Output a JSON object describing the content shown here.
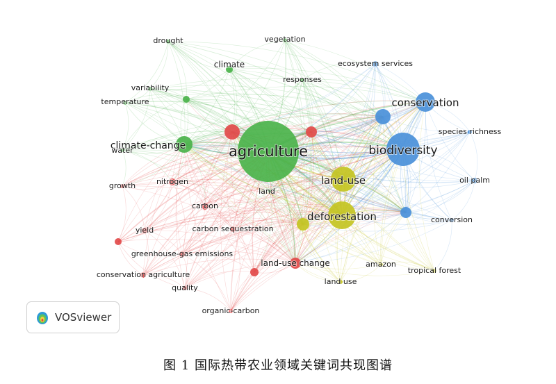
{
  "figure": {
    "caption": "图 1  国际热带农业领域关键词共现图谱",
    "badge_label": "VOSviewer",
    "badge_icon": "vosviewer-logo-icon"
  },
  "colors": {
    "green": "#4bb34b",
    "red": "#e24a4a",
    "blue": "#4a90d9",
    "yellow": "#c4c422"
  },
  "nodes": [
    {
      "id": "agriculture",
      "label": "agriculture",
      "cluster": "green",
      "weight": 10
    },
    {
      "id": "climate-change",
      "label": "climate-change",
      "cluster": "green",
      "weight": 3.2
    },
    {
      "id": "climate",
      "label": "climate",
      "cluster": "green",
      "weight": 1.2
    },
    {
      "id": "drought",
      "label": "drought",
      "cluster": "green",
      "weight": 0.8
    },
    {
      "id": "vegetation",
      "label": "vegetation",
      "cluster": "green",
      "weight": 0.8
    },
    {
      "id": "variability",
      "label": "variability",
      "cluster": "green",
      "weight": 0.7
    },
    {
      "id": "temperature",
      "label": "temperature",
      "cluster": "green",
      "weight": 0.7
    },
    {
      "id": "water",
      "label": "water",
      "cluster": "green",
      "weight": 0.7
    },
    {
      "id": "responses",
      "label": "responses",
      "cluster": "green",
      "weight": 0.7
    },
    {
      "id": "land",
      "label": "land",
      "cluster": "green",
      "weight": 0.6
    },
    {
      "id": "biodiversity",
      "label": "biodiversity",
      "cluster": "blue",
      "weight": 6
    },
    {
      "id": "conservation",
      "label": "conservation",
      "cluster": "blue",
      "weight": 3.5
    },
    {
      "id": "ecosystem services",
      "label": "ecosystem services",
      "cluster": "blue",
      "weight": 1
    },
    {
      "id": "species richness",
      "label": "species richness",
      "cluster": "blue",
      "weight": 0.8
    },
    {
      "id": "oil palm",
      "label": "oil palm",
      "cluster": "blue",
      "weight": 1
    },
    {
      "id": "conversion",
      "label": "conversion",
      "cluster": "blue",
      "weight": 0.8
    },
    {
      "id": "land-use",
      "label": "land-use",
      "cluster": "yellow",
      "weight": 4.5
    },
    {
      "id": "deforestation",
      "label": "deforestation",
      "cluster": "yellow",
      "weight": 5.5
    },
    {
      "id": "amazon",
      "label": "amazon",
      "cluster": "yellow",
      "weight": 0.8
    },
    {
      "id": "tropical forest",
      "label": "tropical forest",
      "cluster": "yellow",
      "weight": 0.8
    },
    {
      "id": "land use",
      "label": "land use",
      "cluster": "yellow",
      "weight": 0.7
    },
    {
      "id": "nitrogen",
      "label": "nitrogen",
      "cluster": "red",
      "weight": 1.2
    },
    {
      "id": "carbon",
      "label": "carbon",
      "cluster": "red",
      "weight": 1.2
    },
    {
      "id": "carbon sequestration",
      "label": "carbon sequestration",
      "cluster": "red",
      "weight": 1
    },
    {
      "id": "growth",
      "label": "growth",
      "cluster": "red",
      "weight": 0.8
    },
    {
      "id": "yield",
      "label": "yield",
      "cluster": "red",
      "weight": 0.9
    },
    {
      "id": "greenhouse-gas emissions",
      "label": "greenhouse-gas emissions",
      "cluster": "red",
      "weight": 0.9
    },
    {
      "id": "conservation agriculture",
      "label": "conservation agriculture",
      "cluster": "red",
      "weight": 0.9
    },
    {
      "id": "quality",
      "label": "quality",
      "cluster": "red",
      "weight": 0.8
    },
    {
      "id": "organic-carbon",
      "label": "organic-carbon",
      "cluster": "red",
      "weight": 0.8
    },
    {
      "id": "land-use change",
      "label": "land-use change",
      "cluster": "red",
      "weight": 2
    }
  ]
}
